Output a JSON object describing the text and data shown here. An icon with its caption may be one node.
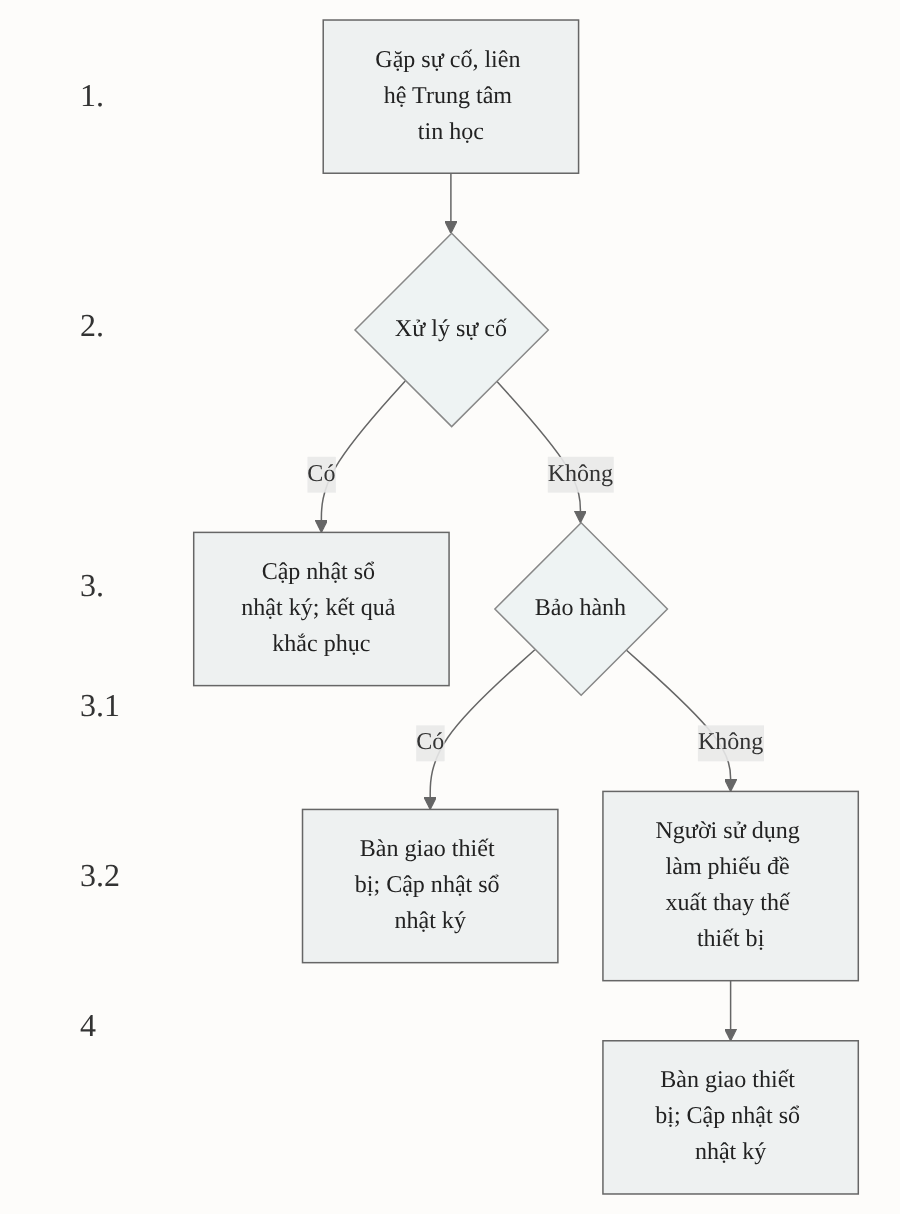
{
  "diagram": {
    "nodes": [
      {
        "text": [
          "Gặp sự cố, liên hệ Trung tâm tin học"
        ]
      },
      {
        "text": [
          "Xử lý sự cố"
        ]
      },
      {
        "text": [
          "Cập nhật sổ nhật ký; kết quả khắc phục"
        ]
      },
      {
        "text": [
          "Bảo hành"
        ]
      },
      {
        "text": [
          "Bàn giao thiết bị; Cập nhật sổ nhật ký"
        ]
      },
      {
        "text": [
          "Người sử dụng làm phiếu đề xuất thay thế thiết bị"
        ]
      },
      {
        "text": [
          "Bàn giao thiết bị; Cập nhật sổ nhật ký"
        ]
      }
    ],
    "edges": [
      {
        "from": 0,
        "to": 1,
        "arrow": "to"
      },
      {
        "from": 1,
        "to": 2,
        "arrow": "to",
        "label": "Có"
      },
      {
        "from": 1,
        "to": 3,
        "arrow": "to",
        "label": "Không"
      },
      {
        "from": 3,
        "to": 4,
        "arrow": "to",
        "label": "Có"
      },
      {
        "from": 3,
        "to": 5,
        "arrow": "to",
        "label": "Không"
      },
      {
        "from": 5,
        "to": 6,
        "arrow": "to"
      }
    ],
    "labels": [
      "1.",
      "2.",
      "3.",
      "3.1",
      "3.2",
      "4"
    ]
  }
}
